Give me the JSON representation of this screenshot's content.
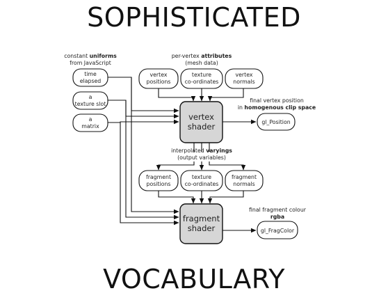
{
  "title_top": "SOPHISTICATED",
  "title_bottom": "VOCABULARY",
  "uniforms_caption": {
    "prefix": "constant ",
    "bold": "uniforms",
    "line2": "from JavaScript"
  },
  "attributes_caption": {
    "prefix": "per-vertex ",
    "bold": "attributes",
    "line2": "(mesh data)"
  },
  "varyings_caption": {
    "prefix": "interpolated ",
    "bold": "varyings",
    "line2": "(output variables)"
  },
  "vertex_out_caption": {
    "line1": "final vertex position",
    "prefix": "in ",
    "bold": "homogenous clip space"
  },
  "fragment_out_caption": {
    "line1": "final fragment colour",
    "bold": "rgba"
  },
  "uniforms": [
    {
      "line1": "time",
      "line2": "elapsed"
    },
    {
      "line1": "a",
      "line2": "texture slot"
    },
    {
      "line1": "a",
      "line2": "matrix"
    }
  ],
  "attributes": [
    {
      "line1": "vertex",
      "line2": "positions"
    },
    {
      "line1": "texture",
      "line2": "co-ordinates"
    },
    {
      "line1": "vertex",
      "line2": "normals"
    }
  ],
  "varyings": [
    {
      "line1": "fragment",
      "line2": "positions"
    },
    {
      "line1": "texture",
      "line2": "co-ordinates"
    },
    {
      "line1": "fragment",
      "line2": "normals"
    }
  ],
  "vertex_shader": {
    "line1": "vertex",
    "line2": "shader"
  },
  "fragment_shader": {
    "line1": "fragment",
    "line2": "shader"
  },
  "vertex_output": "gl_Position",
  "fragment_output": "gl_FragColor",
  "colors": {
    "shader_fill": "#d6d6d6",
    "node_fill": "#ffffff",
    "stroke": "#111111"
  }
}
